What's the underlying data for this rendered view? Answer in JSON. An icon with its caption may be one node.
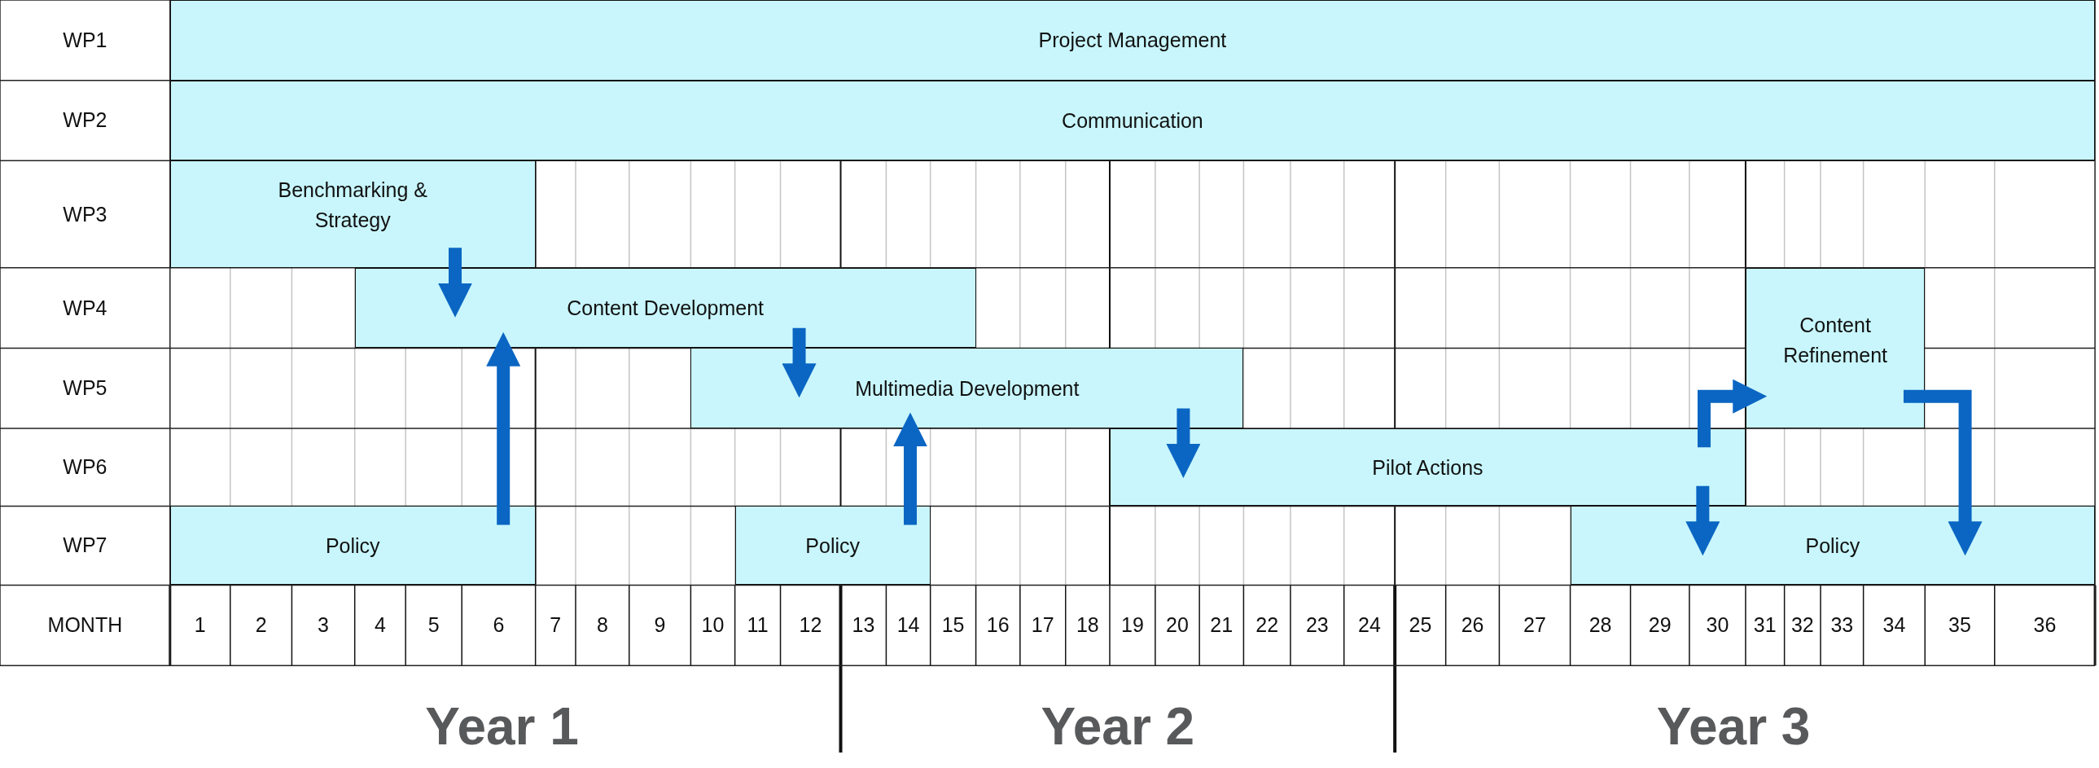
{
  "diagram": {
    "nodes": [
      {
        "text": [
          "Project Management"
        ]
      },
      {
        "text": [
          "Communication"
        ]
      },
      {
        "text": [
          "Benchmarking & Strategy"
        ]
      },
      {
        "text": [
          "Content Development"
        ]
      },
      {
        "text": [
          "Content Refinement"
        ]
      },
      {
        "text": [
          "Multimedia Development"
        ]
      },
      {
        "text": [
          "Pilot Actions"
        ]
      },
      {
        "text": [
          "Policy"
        ]
      },
      {
        "text": [
          "Policy"
        ]
      },
      {
        "text": [
          "Policy"
        ]
      }
    ],
    "edges": [
      {
        "from": 2,
        "to": 3,
        "arrow": "to"
      },
      {
        "from": 7,
        "to": 3,
        "arrow": "to"
      },
      {
        "from": 3,
        "to": 5,
        "arrow": "to"
      },
      {
        "from": 8,
        "to": 5,
        "arrow": "to"
      },
      {
        "from": 5,
        "to": 6,
        "arrow": "to"
      },
      {
        "from": 6,
        "to": 4,
        "arrow": "to"
      },
      {
        "from": 6,
        "to": 9,
        "arrow": "to"
      },
      {
        "from": 4,
        "to": 9,
        "arrow": "to"
      }
    ],
    "labels": [
      "WP1",
      "WP2",
      "WP3",
      "WP4",
      "WP5",
      "WP6",
      "WP7",
      "MONTH",
      "1",
      "2",
      "3",
      "4",
      "5",
      "6",
      "7",
      "8",
      "9",
      "10",
      "11",
      "12",
      "13",
      "14",
      "15",
      "16",
      "17",
      "18",
      "19",
      "20",
      "21",
      "22",
      "23",
      "24",
      "25",
      "26",
      "27",
      "28",
      "29",
      "30",
      "31",
      "32",
      "33",
      "34",
      "35",
      "36",
      "Year 1",
      "Year 2",
      "Year 3"
    ]
  }
}
